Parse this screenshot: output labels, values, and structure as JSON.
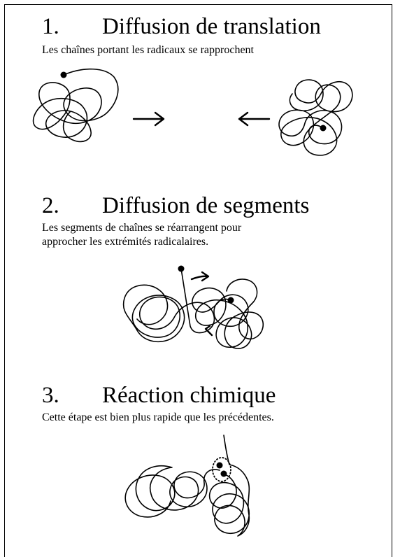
{
  "steps": [
    {
      "number": "1.",
      "title": "Diffusion de translation",
      "description": [
        "Les chaînes portant les radicaux se rapprochent"
      ]
    },
    {
      "number": "2.",
      "title": "Diffusion de segments",
      "description": [
        "Les segments de chaînes se réarrangent pour",
        "approcher  les extrémités radicalaires."
      ]
    },
    {
      "number": "3.",
      "title": "Réaction chimique",
      "description": [
        "Cette étape est bien plus rapide que les précédentes."
      ]
    }
  ]
}
